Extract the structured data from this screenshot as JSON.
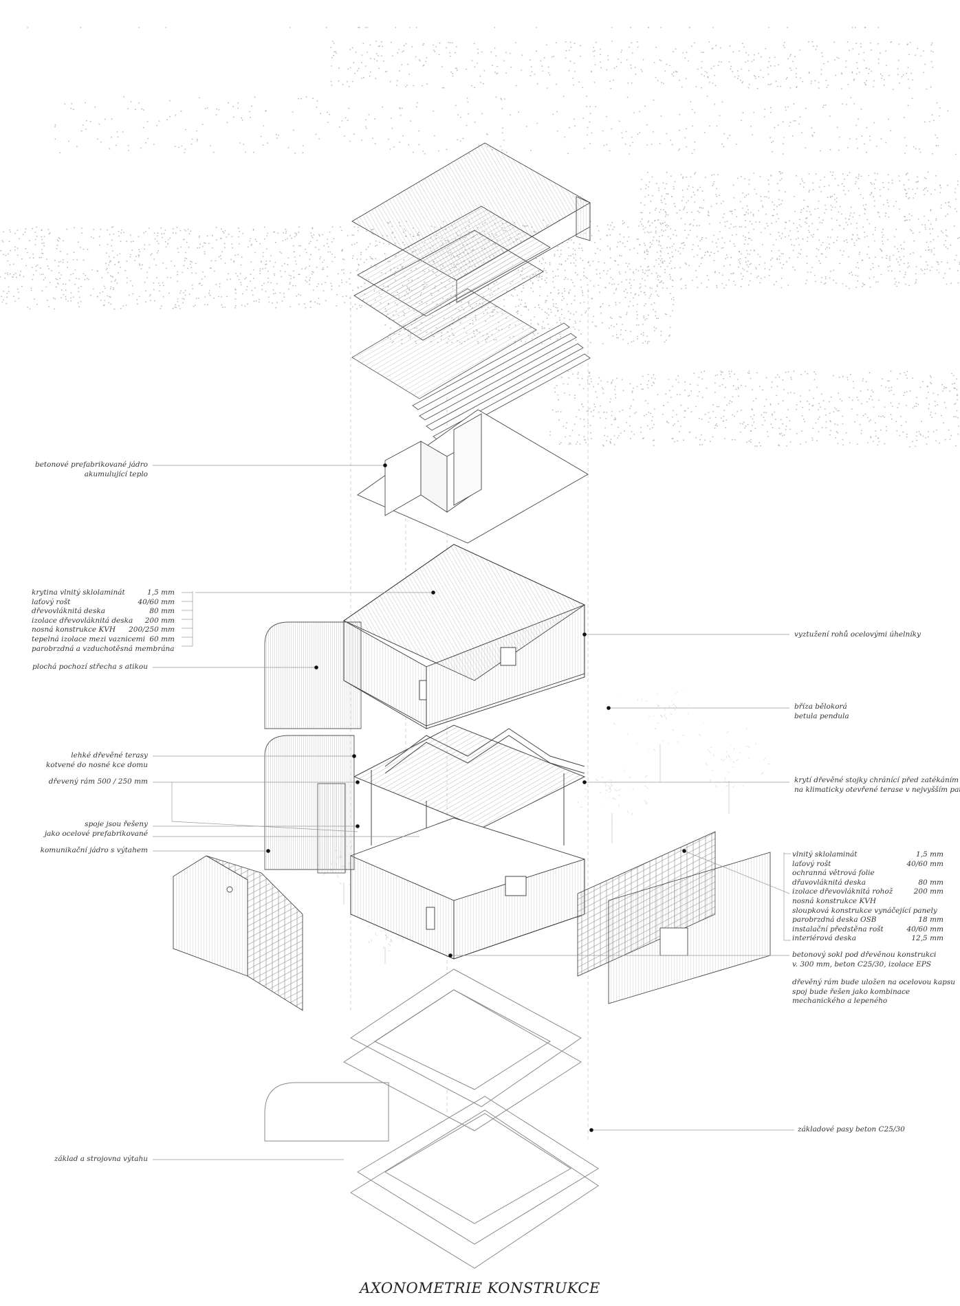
{
  "title": "AXONOMETRIE KONSTRUKCE",
  "labels": {
    "core_line1": "betonové prefabrikované jádro",
    "core_line2": "akumulující teplo",
    "flat_roof": "plochá pochozí střecha s atikou",
    "terraces_line1": "lehké dřevěné terasy",
    "terraces_line2": "kotvené do nosné kce domu",
    "frame": "dřevený rám 500 / 250 mm",
    "joints_line1": "spoje jsou řešeny",
    "joints_line2": "jako ocelové prefabrikované",
    "comm_core": "komunikační jádro s výtahem",
    "corners": "vyztužení rohů ocelovými úhelníky",
    "birch_line1": "bříza bělokorá",
    "birch_line2": "betula pendula",
    "posts_line1": "krytí dřevěné stojky chránící před zatékáním vody",
    "posts_line2": "na klimaticky otevřené terase v nejvyšším patře",
    "plinth_line1": "betonový sokl pod dřevěnou konstrukci",
    "plinth_line2": "v. 300 mm, beton C25/30, izolace EPS",
    "pocket_line1": "dřevěný rám bude uložen na ocelovou kapsu",
    "pocket_line2": "spoj bude řešen jako kombinace",
    "pocket_line3": "mechanického a lepeného",
    "footings": "základové pasy beton C25/30",
    "elevator_base": "základ a strojovna výtahu"
  },
  "roof_layers": [
    {
      "name": "krytina vlnitý sklolaminát",
      "value": "1,5 mm"
    },
    {
      "name": "laťový rošt",
      "value": "40/60 mm"
    },
    {
      "name": "dřevovláknitá deska",
      "value": "80 mm"
    },
    {
      "name": "izolace dřevovláknitá deska",
      "value": "200 mm"
    },
    {
      "name": "nosná konstrukce KVH",
      "value": "200/250 mm"
    },
    {
      "name": "tepelná izolace mezi vaznicemi",
      "value": "60 mm"
    },
    {
      "name": "parobrzdná a vzduchotěsná membrána",
      "value": ""
    }
  ],
  "wall_layers": [
    {
      "name": "vlnitý sklolaminát",
      "value": "1,5 mm"
    },
    {
      "name": "laťový rošt",
      "value": "40/60 mm"
    },
    {
      "name": "ochranná větrová folie",
      "value": ""
    },
    {
      "name": "dřavovláknitá deska",
      "value": "80 mm"
    },
    {
      "name": "izolace dřevovláknitá rohož",
      "value": "200 mm"
    },
    {
      "name": "nosná konstrukce KVH",
      "value": ""
    },
    {
      "name": "sloupková konstrukce vynáčející panely",
      "value": ""
    },
    {
      "name": "parobrzdná deska OSB",
      "value": "18 mm"
    },
    {
      "name": "instalační předstěna rošt",
      "value": "40/60 mm"
    },
    {
      "name": "interiérová deska",
      "value": "12,5 mm"
    }
  ]
}
